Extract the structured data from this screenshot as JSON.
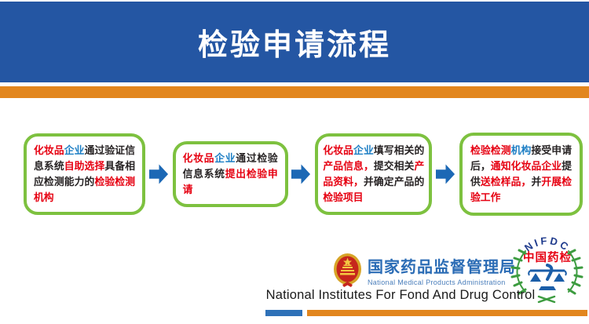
{
  "colors": {
    "header-blue": "#2456A3",
    "bar-orange": "#E2861E",
    "arrow-blue": "#1C68B5",
    "box-green": "#7DC13F",
    "seg-red": "#E60011",
    "seg-blue": "#1C7EC4",
    "seg-black": "#272324",
    "nmpa-blue": "#2B6CB5",
    "nifdc-navy": "#1E3A8C",
    "nifdc-green": "#3D9C40"
  },
  "header": {
    "title": "检验申请流程"
  },
  "flow": {
    "boxes": [
      {
        "segments": [
          {
            "text": "化妆品",
            "color": "red"
          },
          {
            "text": "企业",
            "color": "blue"
          },
          {
            "text": "通过验证信息系统",
            "color": "black"
          },
          {
            "text": "自助选择",
            "color": "red"
          },
          {
            "text": "具备相应检测能力的",
            "color": "black"
          },
          {
            "text": "检验检测机构",
            "color": "red"
          }
        ]
      },
      {
        "segments": [
          {
            "text": "化妆品",
            "color": "red"
          },
          {
            "text": "企业",
            "color": "blue"
          },
          {
            "text": "通过检验信息系统",
            "color": "black"
          },
          {
            "text": "提出检验申请",
            "color": "red"
          }
        ]
      },
      {
        "segments": [
          {
            "text": "化妆品",
            "color": "red"
          },
          {
            "text": "企业",
            "color": "blue"
          },
          {
            "text": "填写相关的",
            "color": "black"
          },
          {
            "text": "产品信息，",
            "color": "red"
          },
          {
            "text": "提交相关",
            "color": "black"
          },
          {
            "text": "产品资料，",
            "color": "red"
          },
          {
            "text": "并确定产品的",
            "color": "black"
          },
          {
            "text": "检验项目",
            "color": "red"
          }
        ]
      },
      {
        "segments": [
          {
            "text": "检验检测",
            "color": "red"
          },
          {
            "text": "机构",
            "color": "blue"
          },
          {
            "text": "接受申请后，",
            "color": "black"
          },
          {
            "text": "通知化妆品企业",
            "color": "red"
          },
          {
            "text": "提供",
            "color": "black"
          },
          {
            "text": "送检样品，",
            "color": "red"
          },
          {
            "text": "并",
            "color": "black"
          },
          {
            "text": "开展检验工作",
            "color": "red"
          }
        ]
      }
    ]
  },
  "icons": {
    "arrow-right-icon": "css-block-arrow",
    "national-emblem-icon": "svg-red-gold-emblem",
    "scales-icon": "svg-blue-balance",
    "laurel-wreath-icon": "svg-green-branches"
  },
  "footer": {
    "nmpa": {
      "title_zh": "国家药品监督管理局",
      "title_en": "National Medical Products Administration"
    },
    "nifdc": {
      "arc_text": "NIFDC",
      "title_zh": "中国药检"
    },
    "caption": "National Institutes For Fond And Drug Control"
  }
}
